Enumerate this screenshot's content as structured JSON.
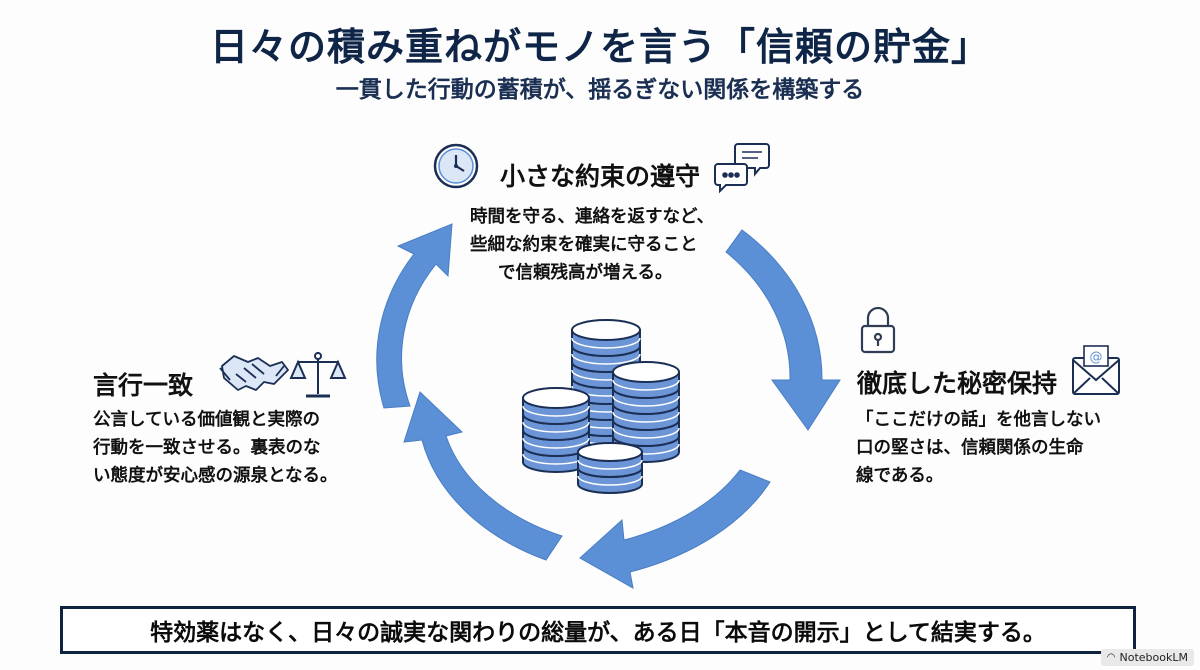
{
  "header": {
    "title": "日々の積み重ねがモノを言う「信頼の貯金」",
    "subtitle": "一貫した行動の蓄積が、揺るぎない関係を構築する"
  },
  "nodes": {
    "top": {
      "title": "小さな約束の遵守",
      "lines": [
        "時間を守る、連絡を返すなど、",
        "些細な約束を確実に守ること",
        "で信頼残高が増える。"
      ]
    },
    "right": {
      "title": "徹底した秘密保持",
      "lines": [
        "「ここだけの話」を他言しない",
        "口の堅さは、信頼関係の生命",
        "線である。"
      ]
    },
    "left": {
      "title": "言行一致",
      "lines": [
        "公言している価値観と実際の",
        "行動を一致させる。裏表のな",
        "い態度が安心感の源泉となる。"
      ]
    }
  },
  "footer": {
    "message": "特効薬はなく、日々の誠実な関わりの総量が、ある日「本音の開示」として結実する。"
  },
  "watermark": {
    "label": "NotebookLM"
  },
  "colors": {
    "title": "#0e2547",
    "arrow": "#5b8fd6",
    "arrow_edge": "#4a7ec4",
    "coin_top": "#ffffff",
    "coin_side": "#6b95d6",
    "line": "#1b2f55",
    "frame": "#0f2240"
  }
}
